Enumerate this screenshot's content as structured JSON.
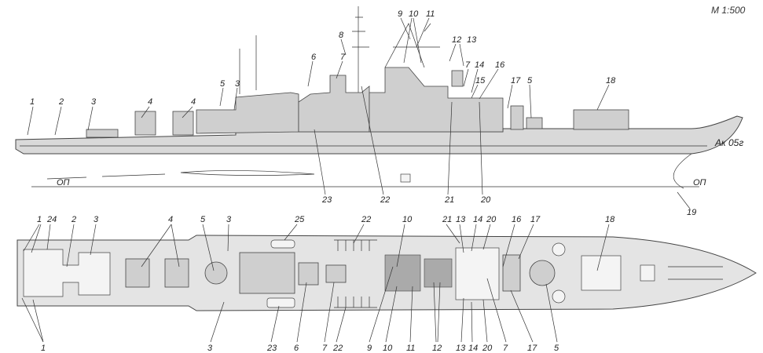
{
  "scale_label": "M 1:500",
  "signature": "Ак 05г",
  "baseline_labels": [
    "ОП",
    "ОП"
  ],
  "side_view_labels": [
    "1",
    "2",
    "3",
    "4",
    "4",
    "5",
    "3",
    "6",
    "7",
    "8",
    "9",
    "10",
    "11",
    "12",
    "13",
    "7",
    "14",
    "15",
    "16",
    "17",
    "5",
    "18",
    "23",
    "22",
    "21",
    "20",
    "19"
  ],
  "plan_top_labels": [
    "1",
    "24",
    "2",
    "3",
    "4",
    "5",
    "3",
    "25",
    "22",
    "10",
    "21",
    "13",
    "14",
    "20",
    "16",
    "17",
    "18"
  ],
  "plan_bottom_labels": [
    "1",
    "3",
    "23",
    "6",
    "7",
    "22",
    "9",
    "10",
    "11",
    "12",
    "13",
    "14",
    "20",
    "7",
    "17",
    "5"
  ]
}
